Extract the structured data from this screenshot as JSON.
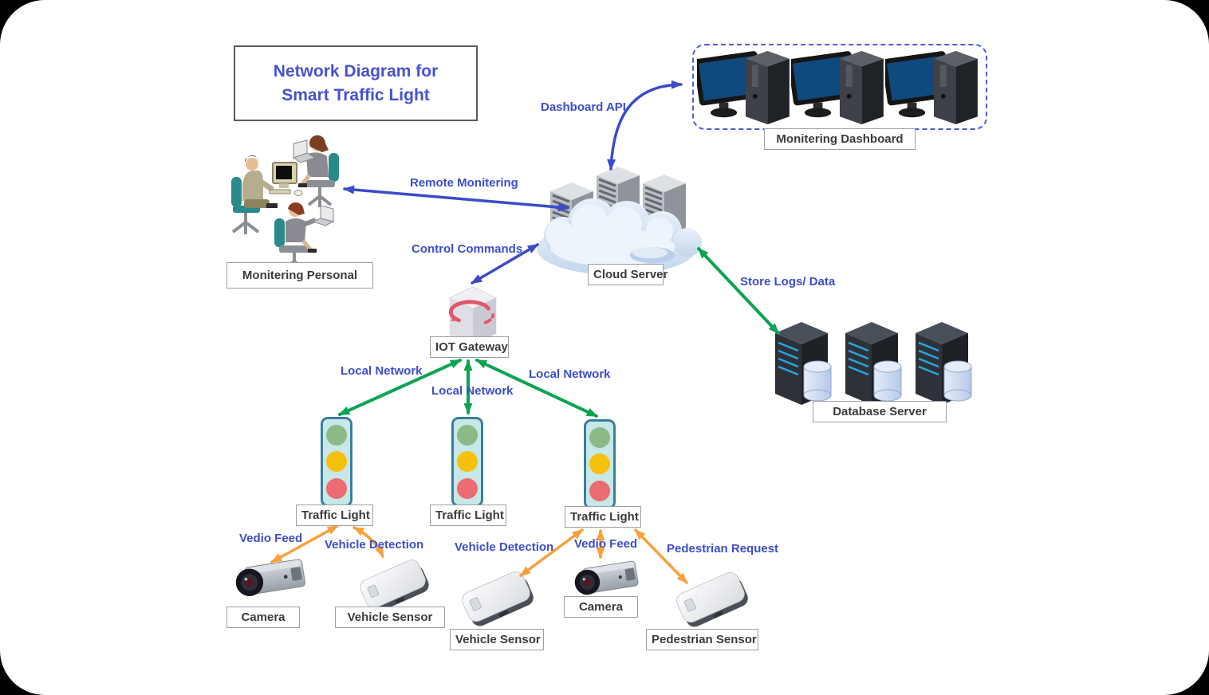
{
  "title": {
    "line1": "Network Diagram for",
    "line2": "Smart Traffic Light"
  },
  "nodes": {
    "monitoring_dashboard": {
      "label": "Monitering Dashboard",
      "icon": "desktop-computer-cluster"
    },
    "monitoring_personal": {
      "label": "Monitering Personal",
      "icon": "people-at-workstations"
    },
    "cloud_server": {
      "label": "Cloud Server",
      "icon": "cloud-with-server-towers"
    },
    "iot_gateway": {
      "label": "IOT Gateway",
      "icon": "gateway-box-with-sync-arrow"
    },
    "database_server": {
      "label": "Database Server",
      "icon": "server-towers-with-database-cylinders"
    },
    "traffic_light_1": {
      "label": "Traffic Light",
      "icon": "traffic-light"
    },
    "traffic_light_2": {
      "label": "Traffic Light",
      "icon": "traffic-light"
    },
    "traffic_light_3": {
      "label": "Traffic Light",
      "icon": "traffic-light"
    },
    "camera_1": {
      "label": "Camera",
      "icon": "cctv-camera"
    },
    "camera_2": {
      "label": "Camera",
      "icon": "cctv-camera"
    },
    "vehicle_sensor_1": {
      "label": "Vehicle Sensor",
      "icon": "sensor-device"
    },
    "vehicle_sensor_2": {
      "label": "Vehicle Sensor",
      "icon": "sensor-device"
    },
    "pedestrian_sensor": {
      "label": "Pedestrian Sensor",
      "icon": "sensor-device"
    }
  },
  "edges": {
    "dashboard_api": {
      "label": "Dashboard API",
      "arrow_color": "#3b4cc9",
      "from": "cloud_server",
      "to": "monitoring_dashboard"
    },
    "remote_monitoring": {
      "label": "Remote Monitering",
      "arrow_color": "#3b4cc9",
      "from": "monitoring_personal",
      "to": "cloud_server"
    },
    "control_commands": {
      "label": "Control Commands",
      "arrow_color": "#3b4cc9",
      "from": "iot_gateway",
      "to": "cloud_server"
    },
    "store_logs": {
      "label": "Store Logs/ Data",
      "arrow_color": "#0aa452",
      "from": "cloud_server",
      "to": "database_server"
    },
    "local_network_1": {
      "label": "Local Network",
      "arrow_color": "#0aa452",
      "from": "iot_gateway",
      "to": "traffic_light_1"
    },
    "local_network_2": {
      "label": "Local Network",
      "arrow_color": "#0aa452",
      "from": "iot_gateway",
      "to": "traffic_light_2"
    },
    "local_network_3": {
      "label": "Local Network",
      "arrow_color": "#0aa452",
      "from": "iot_gateway",
      "to": "traffic_light_3"
    },
    "video_feed_1": {
      "label": "Vedio Feed",
      "arrow_color": "#f8a13c",
      "from": "camera_1",
      "to": "traffic_light_1"
    },
    "vehicle_detection_1": {
      "label": "Vehicle Detection",
      "arrow_color": "#f8a13c",
      "from": "vehicle_sensor_1",
      "to": "traffic_light_1"
    },
    "vehicle_detection_2": {
      "label": "Vehicle Detection",
      "arrow_color": "#f8a13c",
      "from": "vehicle_sensor_2",
      "to": "traffic_light_3"
    },
    "video_feed_2": {
      "label": "Vedio Feed",
      "arrow_color": "#f8a13c",
      "from": "camera_2",
      "to": "traffic_light_3"
    },
    "pedestrian_request": {
      "label": "Pedestrian Request",
      "arrow_color": "#f8a13c",
      "from": "pedestrian_sensor",
      "to": "traffic_light_3"
    }
  },
  "colors": {
    "edge_label_text": "#3c4dcb",
    "title_text": "#4751d1",
    "blue_arrow": "#3b4cc9",
    "green_arrow": "#0aa452",
    "orange_arrow": "#f8a13c",
    "dashed_group_border": "#4a5fe0",
    "traffic_light_body": "#c8e7e7",
    "traffic_light_border": "#3a7e9e",
    "traffic_light_green": "#8cba86",
    "traffic_light_yellow": "#f5c10d",
    "traffic_light_red": "#ec6d71"
  }
}
